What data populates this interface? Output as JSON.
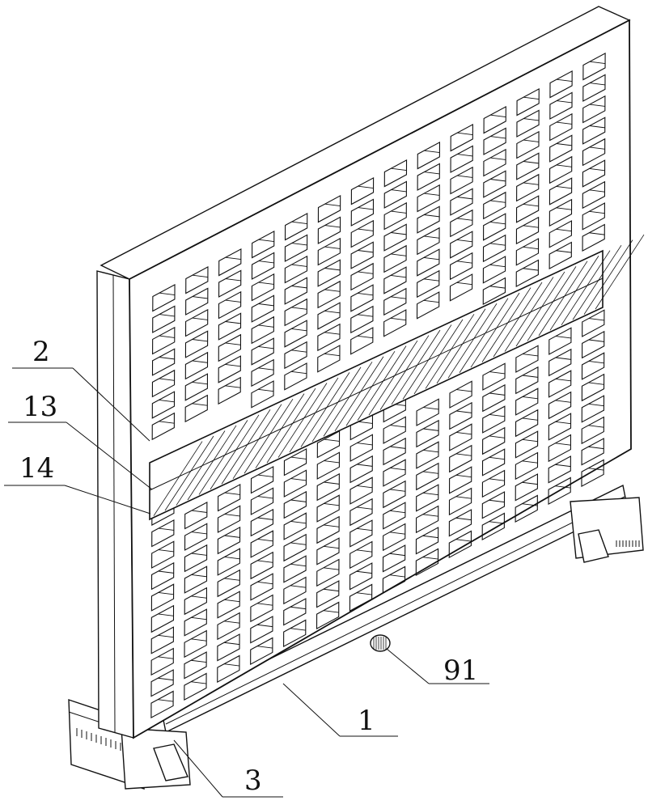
{
  "figure": {
    "labels": {
      "panel": "2",
      "strip_upper": "13",
      "strip_lower": "14",
      "knob": "91",
      "base_beam": "1",
      "foot": "3"
    }
  }
}
